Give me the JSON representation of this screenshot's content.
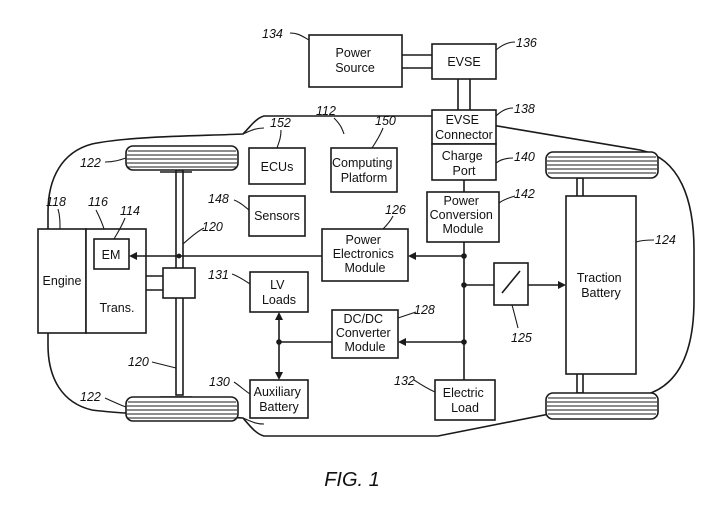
{
  "figure_label": "FIG. 1",
  "blocks": {
    "power_source": [
      "Power",
      "Source"
    ],
    "evse": [
      "EVSE"
    ],
    "evse_connector": [
      "EVSE",
      "Connector"
    ],
    "charge_port": [
      "Charge",
      "Port"
    ],
    "ecus": [
      "ECUs"
    ],
    "computing_platform": [
      "Computing",
      "Platform"
    ],
    "sensors": [
      "Sensors"
    ],
    "power_conversion": [
      "Power",
      "Conversion",
      "Module"
    ],
    "engine": [
      "Engine"
    ],
    "em": [
      "EM"
    ],
    "trans": [
      "Trans."
    ],
    "power_electronics": [
      "Power",
      "Electronics",
      "Module"
    ],
    "lv_loads": [
      "LV",
      "Loads"
    ],
    "dcdc": [
      "DC/DC",
      "Converter",
      "Module"
    ],
    "aux_battery": [
      "Auxiliary",
      "Battery"
    ],
    "electric_load": [
      "Electric",
      "Load"
    ],
    "traction_battery": [
      "Traction",
      "Battery"
    ]
  },
  "refs": {
    "r134": "134",
    "r136": "136",
    "r112": "112",
    "r152": "152",
    "r150": "150",
    "r138": "138",
    "r140": "140",
    "r122a": "122",
    "r118": "118",
    "r116": "116",
    "r114": "114",
    "r148": "148",
    "r126": "126",
    "r142": "142",
    "r120a": "120",
    "r124": "124",
    "r131": "131",
    "r128": "128",
    "r125": "125",
    "r120b": "120",
    "r130": "130",
    "r132": "132",
    "r122b": "122"
  }
}
